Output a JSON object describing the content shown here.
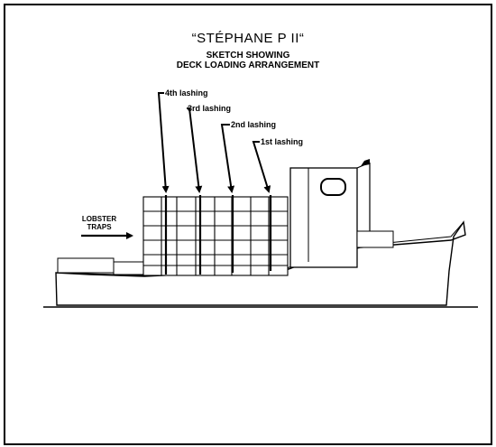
{
  "sketch": {
    "title": "“STÉPHANE P II“",
    "subtitle_line1": "SKETCH SHOWING",
    "subtitle_line2": "DECK LOADING ARRANGEMENT",
    "lashings": [
      {
        "label": "4th lashing"
      },
      {
        "label": "3rd lashing"
      },
      {
        "label": "2nd lashing"
      },
      {
        "label": "1st lashing"
      }
    ],
    "cargo_line1": "LOBSTER",
    "cargo_line2": "TRAPS"
  },
  "colors": {
    "line": "#000000",
    "background": "#ffffff"
  }
}
